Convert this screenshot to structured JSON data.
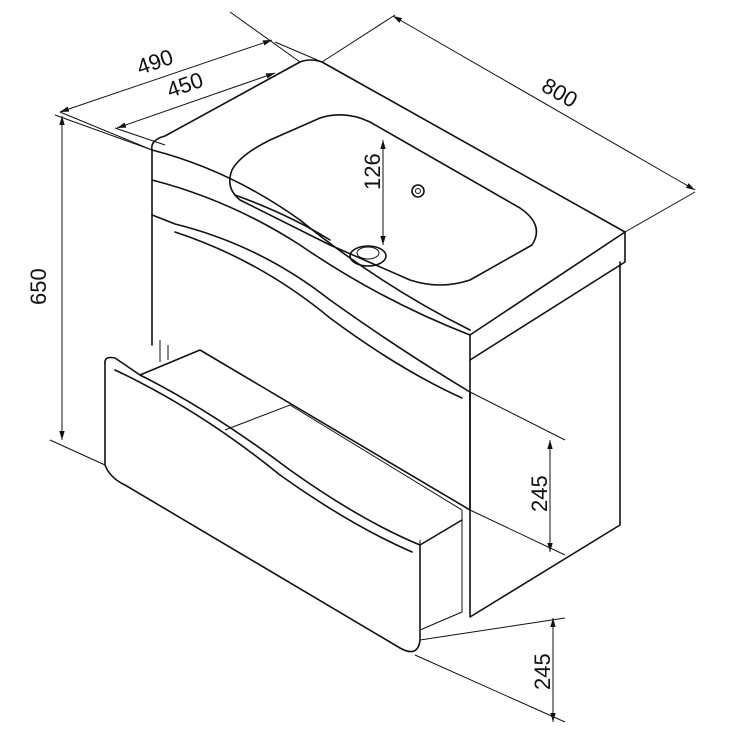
{
  "dimensions": {
    "depth_total": "490",
    "depth_inner": "450",
    "width": "800",
    "height": "650",
    "basin_depth": "126",
    "upper_drawer_height": "245",
    "lower_drawer_height": "245"
  },
  "colors": {
    "line": "#111111",
    "background": "#ffffff"
  }
}
